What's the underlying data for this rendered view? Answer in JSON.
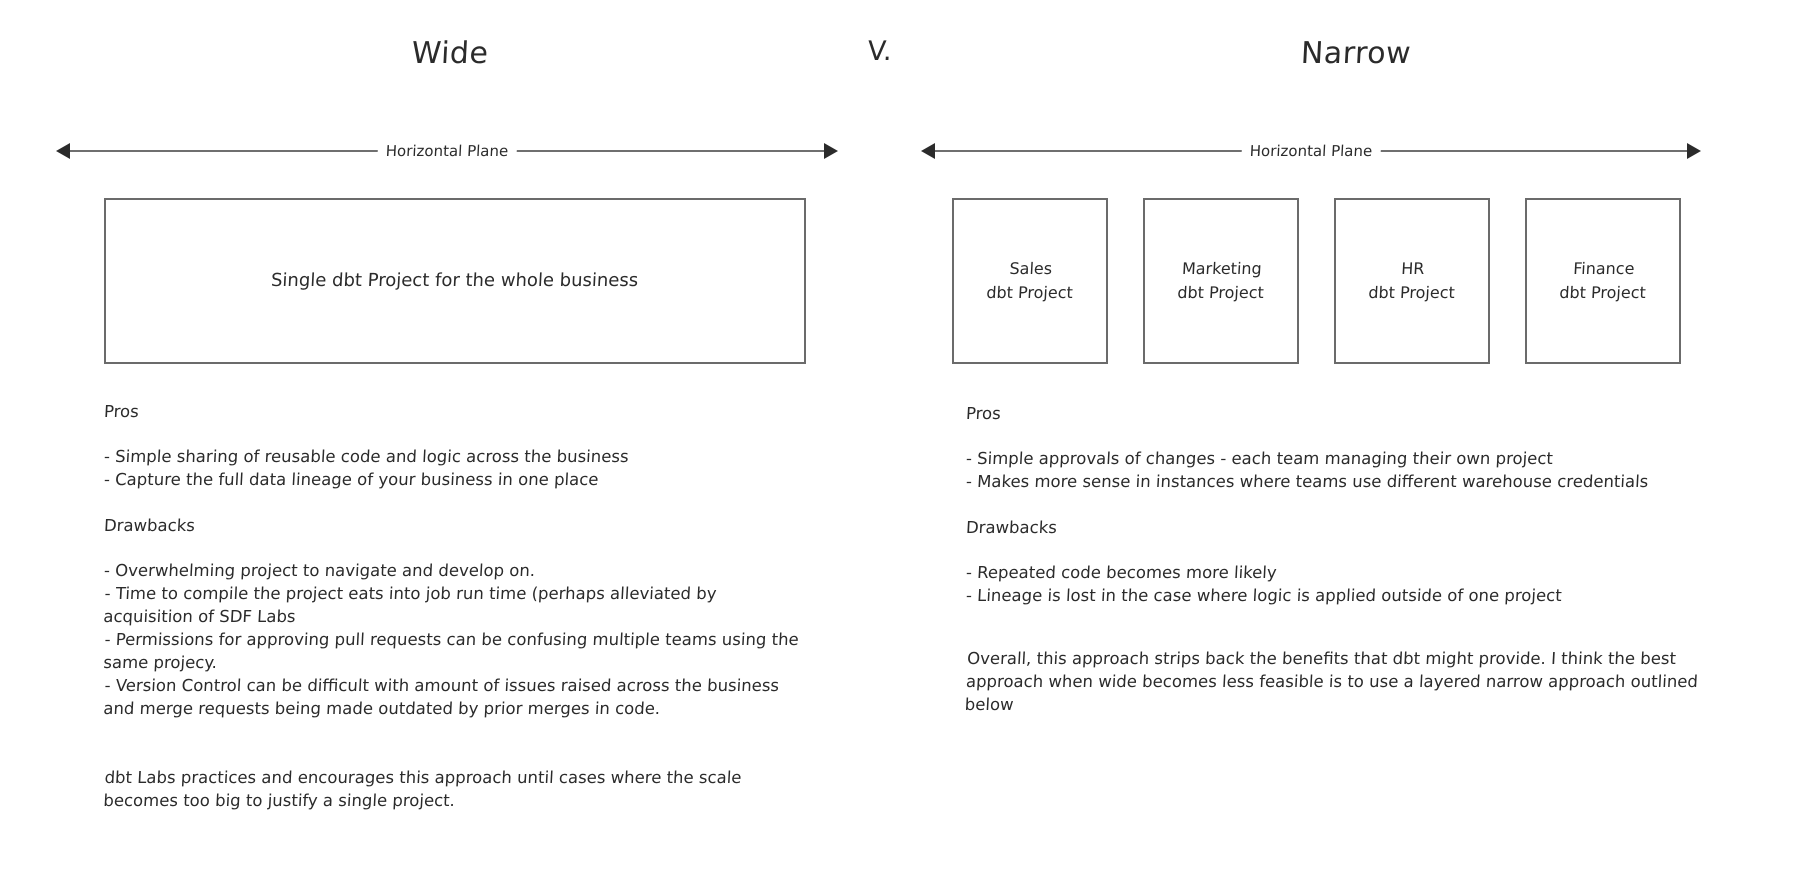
{
  "titles": {
    "left": "Wide",
    "separator": "V.",
    "right": "Narrow"
  },
  "planes": {
    "left_label": "Horizontal Plane",
    "right_label": "Horizontal Plane"
  },
  "wide": {
    "box_label": "Single dbt Project for the whole business",
    "pros_heading": "Pros",
    "pros": [
      "- Simple sharing of reusable code and logic across the business",
      "- Capture the full data lineage of your business in one place"
    ],
    "drawbacks_heading": "Drawbacks",
    "drawbacks": [
      "- Overwhelming project to navigate and develop on.",
      "- Time to compile the project eats into job run time (perhaps alleviated by acquisition of SDF Labs",
      "- Permissions for approving pull requests can be confusing multiple teams using the same projecy.",
      "- Version Control can be difficult with amount of issues raised across the business and merge requests being made outdated by prior merges in code."
    ],
    "closing": "dbt Labs practices and encourages this approach until cases where the scale becomes too big to justify a single project."
  },
  "narrow": {
    "boxes": [
      {
        "name": "Sales",
        "subtitle": "dbt Project"
      },
      {
        "name": "Marketing",
        "subtitle": "dbt Project"
      },
      {
        "name": "HR",
        "subtitle": "dbt Project"
      },
      {
        "name": "Finance",
        "subtitle": "dbt Project"
      }
    ],
    "box_labels": [
      "Sales\ndbt Project",
      "Marketing\ndbt Project",
      "HR\ndbt Project",
      "Finance\ndbt Project"
    ],
    "pros_heading": "Pros",
    "pros": [
      "- Simple approvals of changes - each team managing their own project",
      "- Makes more sense in instances where teams use different warehouse credentials"
    ],
    "drawbacks_heading": "Drawbacks",
    "drawbacks": [
      "- Repeated code becomes more likely",
      "- Lineage is lost in the case where logic is applied outside of one project"
    ],
    "closing": "Overall, this approach strips back the benefits that dbt might provide. I think the best approach when wide becomes less feasible is to use a layered narrow approach outlined below"
  },
  "colors": {
    "background": "#ffffff",
    "text": "#2b2b2b",
    "box_border": "#6b6b6b",
    "arrow_line": "#6f6f6f",
    "arrow_head": "#2b2b2b"
  }
}
